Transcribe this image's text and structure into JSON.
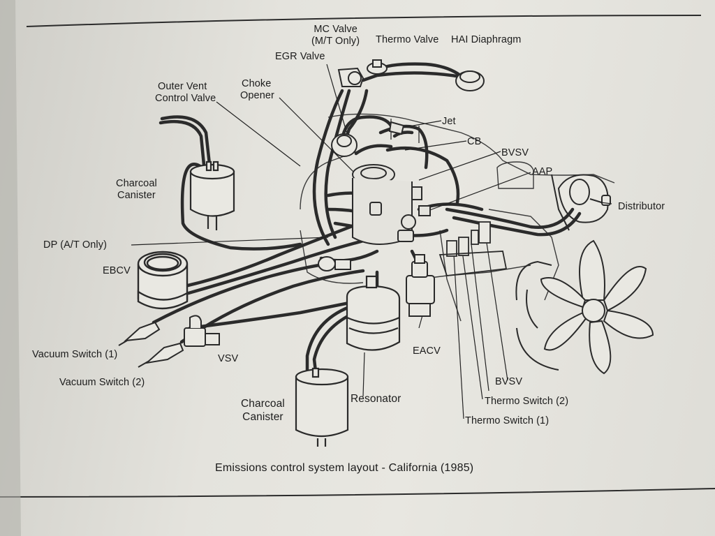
{
  "caption": "Emissions control system layout - California (1985)",
  "labels": {
    "mc_valve": "MC Valve",
    "mc_valve_note": "(M/T Only)",
    "thermo_valve": "Thermo Valve",
    "hai_diaphragm": "HAI Diaphragm",
    "egr_valve": "EGR Valve",
    "outer_vent_1": "Outer Vent",
    "outer_vent_2": "Control Valve",
    "choke_1": "Choke",
    "choke_2": "Opener",
    "jet": "Jet",
    "cb": "CB",
    "bvsv_top": "BVSV",
    "aap": "AAP",
    "distributor": "Distributor",
    "charcoal_1_top": "Charcoal",
    "canister_1_top": "Canister",
    "dp": "DP (A/T Only)",
    "ebcv": "EBCV",
    "vacuum_switch_1": "Vacuum Switch (1)",
    "vacuum_switch_2": "Vacuum Switch (2)",
    "vsv": "VSV",
    "eacv": "EACV",
    "bvsv_bottom": "BVSV",
    "thermo_switch_2": "Thermo Switch (2)",
    "thermo_switch_1": "Thermo Switch (1)",
    "resonator": "Resonator",
    "charcoal_1_bottom": "Charcoal",
    "canister_1_bottom": "Canister"
  }
}
